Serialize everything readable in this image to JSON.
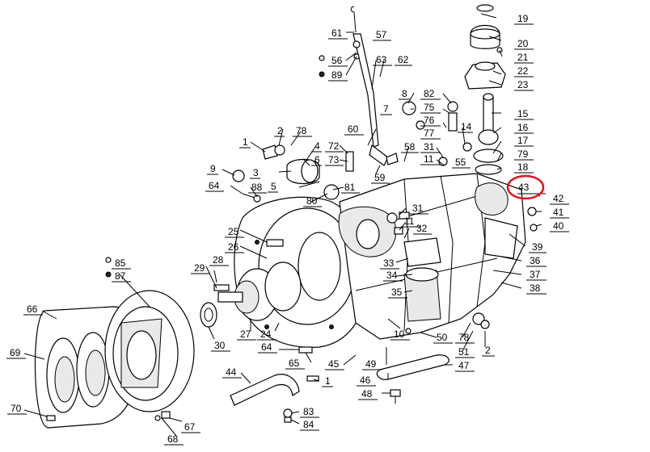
{
  "diagram": {
    "highlighted_callout": "43",
    "highlight_color": "#e0141e",
    "legend_marks": {
      "open_circle_symbol": "○",
      "filled_circle_symbol": "●"
    }
  },
  "callouts": [
    "19",
    "20",
    "21",
    "22",
    "23",
    "15",
    "16",
    "17",
    "79",
    "18",
    "43",
    "42",
    "41",
    "40",
    "39",
    "61",
    "57",
    "56",
    "89",
    "63",
    "62",
    "8",
    "82",
    "7",
    "75",
    "76",
    "77",
    "14",
    "60",
    "58",
    "31",
    "11",
    "55",
    "2",
    "78",
    "1",
    "4",
    "72",
    "73",
    "3",
    "6",
    "5",
    "80",
    "81",
    "9",
    "64",
    "88",
    "59",
    "25",
    "26",
    "31",
    "11",
    "32",
    "33",
    "36",
    "34",
    "37",
    "35",
    "38",
    "85",
    "87",
    "28",
    "29",
    "66",
    "69",
    "30",
    "27",
    "24",
    "10",
    "50",
    "78",
    "51",
    "2",
    "64",
    "65",
    "45",
    "49",
    "46",
    "47",
    "44",
    "1",
    "48",
    "70",
    "83",
    "84",
    "68",
    "67"
  ]
}
